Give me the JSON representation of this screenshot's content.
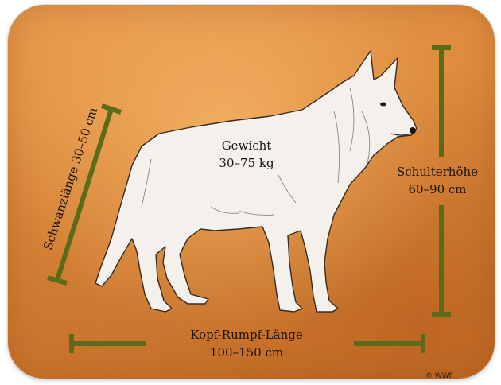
{
  "labels": {
    "weight_title": "Gewicht",
    "weight_value": "30–75 kg",
    "shoulder_title": "Schulterhöhe",
    "shoulder_value": "60–90 cm",
    "body_title": "Kopf-Rumpf-Länge",
    "body_value": "100–150 cm",
    "tail": "Schwanzlänge 30–50 cm"
  },
  "copyright": "© WWF",
  "colors": {
    "background": "#dd8a3c",
    "bar": "#5b6b1a",
    "wolf": "#f4f1ec"
  }
}
